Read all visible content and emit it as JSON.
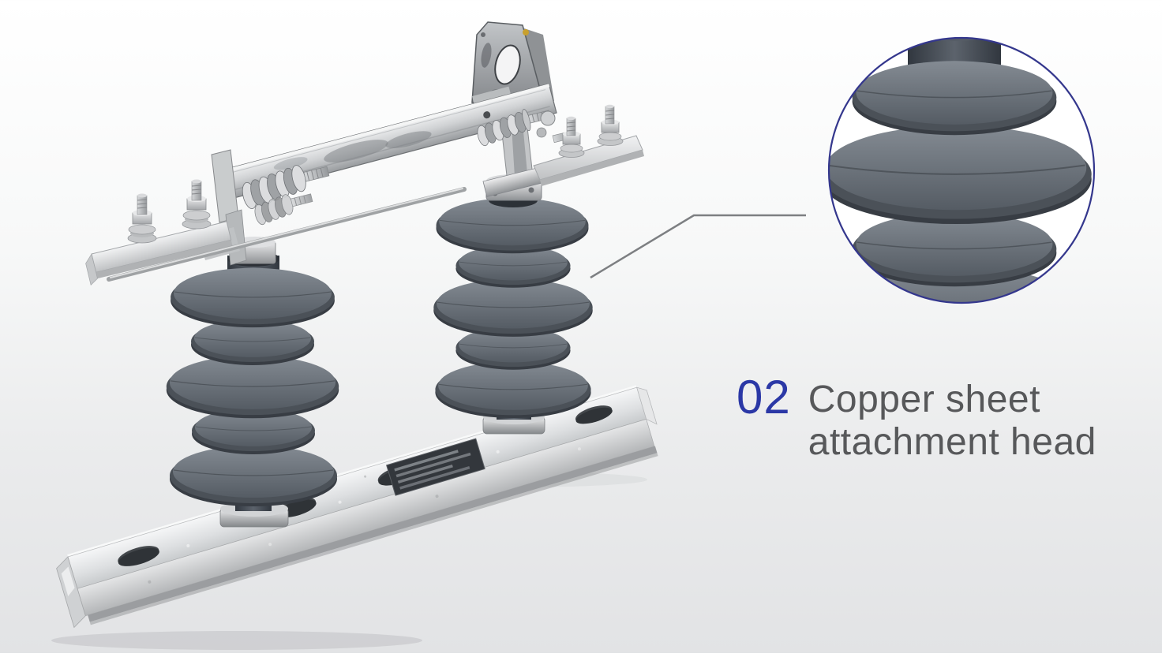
{
  "annotation": {
    "number": "02",
    "label_line1": "Copper sheet",
    "label_line2": "attachment head"
  },
  "colors": {
    "annotation_number": "#2b38a6",
    "annotation_label": "#57585a",
    "callout_border": "#34378d",
    "connector_line": "#7d7f82",
    "insulator_dark_gray": "#4b5158",
    "insulator_trunk": "#343a42",
    "galvanized_steel": "#d7d9db",
    "background_bottom": "#e2e3e5",
    "background_top": "#ffffff"
  },
  "scene": {
    "subject": "polymer-insulator-disconnect-switch",
    "callout_subject": "magnified-insulator-sheds"
  }
}
